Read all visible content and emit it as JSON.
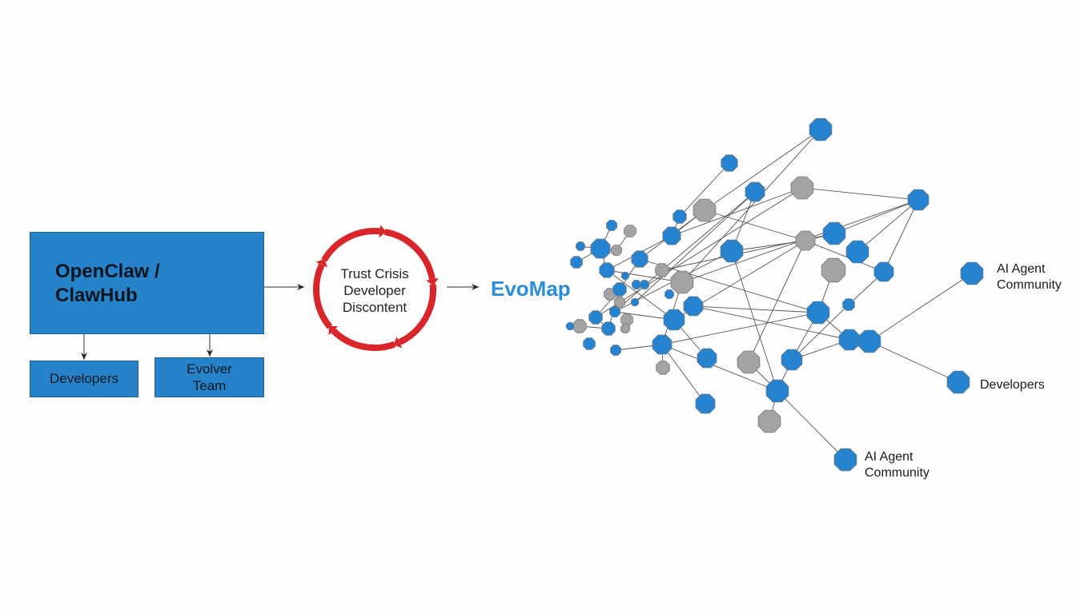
{
  "left": {
    "main_box": {
      "title_line1": "OpenClaw /",
      "title_line2": "ClawHub"
    },
    "children": [
      {
        "label": "Developers"
      },
      {
        "label_line1": "Evolver",
        "label_line2": "Team"
      }
    ]
  },
  "crisis": {
    "lines": [
      "Trust Crisis",
      "Developer",
      "Discontent"
    ]
  },
  "target": {
    "title": "EvoMap"
  },
  "network": {
    "labels": [
      {
        "line1": "AI Agent",
        "line2": "Community"
      },
      {
        "line1": "Developers"
      },
      {
        "line1": "AI Agent",
        "line2": "Community"
      }
    ]
  },
  "colors": {
    "box": "#2683c9",
    "node_blue": "#2683cf",
    "node_grey": "#a3a3a3",
    "cycle_red": "#d8262a",
    "evomap": "#2a8fd6"
  }
}
